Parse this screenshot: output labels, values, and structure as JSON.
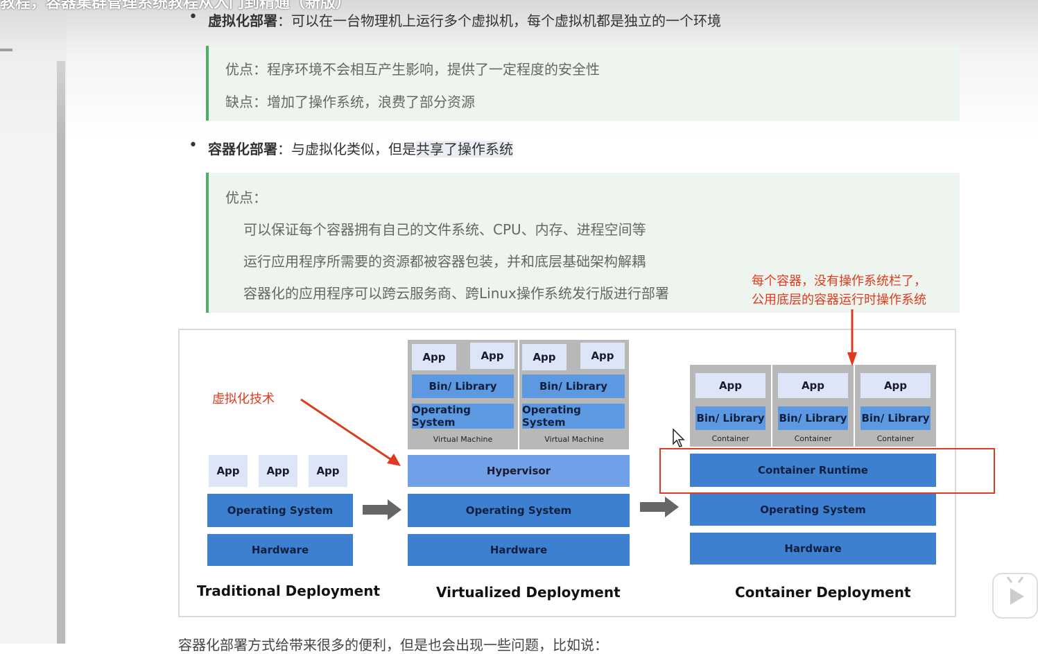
{
  "header": {
    "title": "教程，容器集群管理系统教程从入门到精通（新版）"
  },
  "section1": {
    "term": "虚拟化部署",
    "text": "：可以在一台物理机上运行多个虚拟机，每个虚拟机都是独立的一个环境",
    "pros": "优点：程序环境不会相互产生影响，提供了一定程度的安全性",
    "cons": "缺点：增加了操作系统，浪费了部分资源"
  },
  "section2": {
    "term": "容器化部署",
    "text_plain": "：与虚拟化类似，但是",
    "text_hl": "共享了操作系统",
    "pros_title": "优点：",
    "pros": [
      "可以保证每个容器拥有自己的文件系统、CPU、内存、进程空间等",
      "运行应用程序所需要的资源都被容器包装，并和底层基础架构解耦",
      "容器化的应用程序可以跨云服务商、跨Linux操作系统发行版进行部署"
    ]
  },
  "annotations": {
    "virtualization": "虚拟化技术",
    "container_line1": "每个容器，没有操作系统栏了，",
    "container_line2": "公用底层的容器运行时操作系统"
  },
  "diagram": {
    "app": "App",
    "bin_library": "Bin/ Library",
    "operating_system": "Operating System",
    "hardware": "Hardware",
    "virtual_machine": "Virtual Machine",
    "hypervisor": "Hypervisor",
    "container": "Container",
    "container_runtime": "Container Runtime",
    "captions": {
      "traditional": "Traditional Deployment",
      "virtualized": "Virtualized Deployment",
      "container": "Container Deployment"
    }
  },
  "footer": {
    "text": "容器化部署方式给带来很多的便利，但是也会出现一些问题，比如说："
  },
  "colors": {
    "accent_green": "#4caf68",
    "annotation_red": "#e03a1e",
    "block_blue": "#3d7fd0"
  }
}
